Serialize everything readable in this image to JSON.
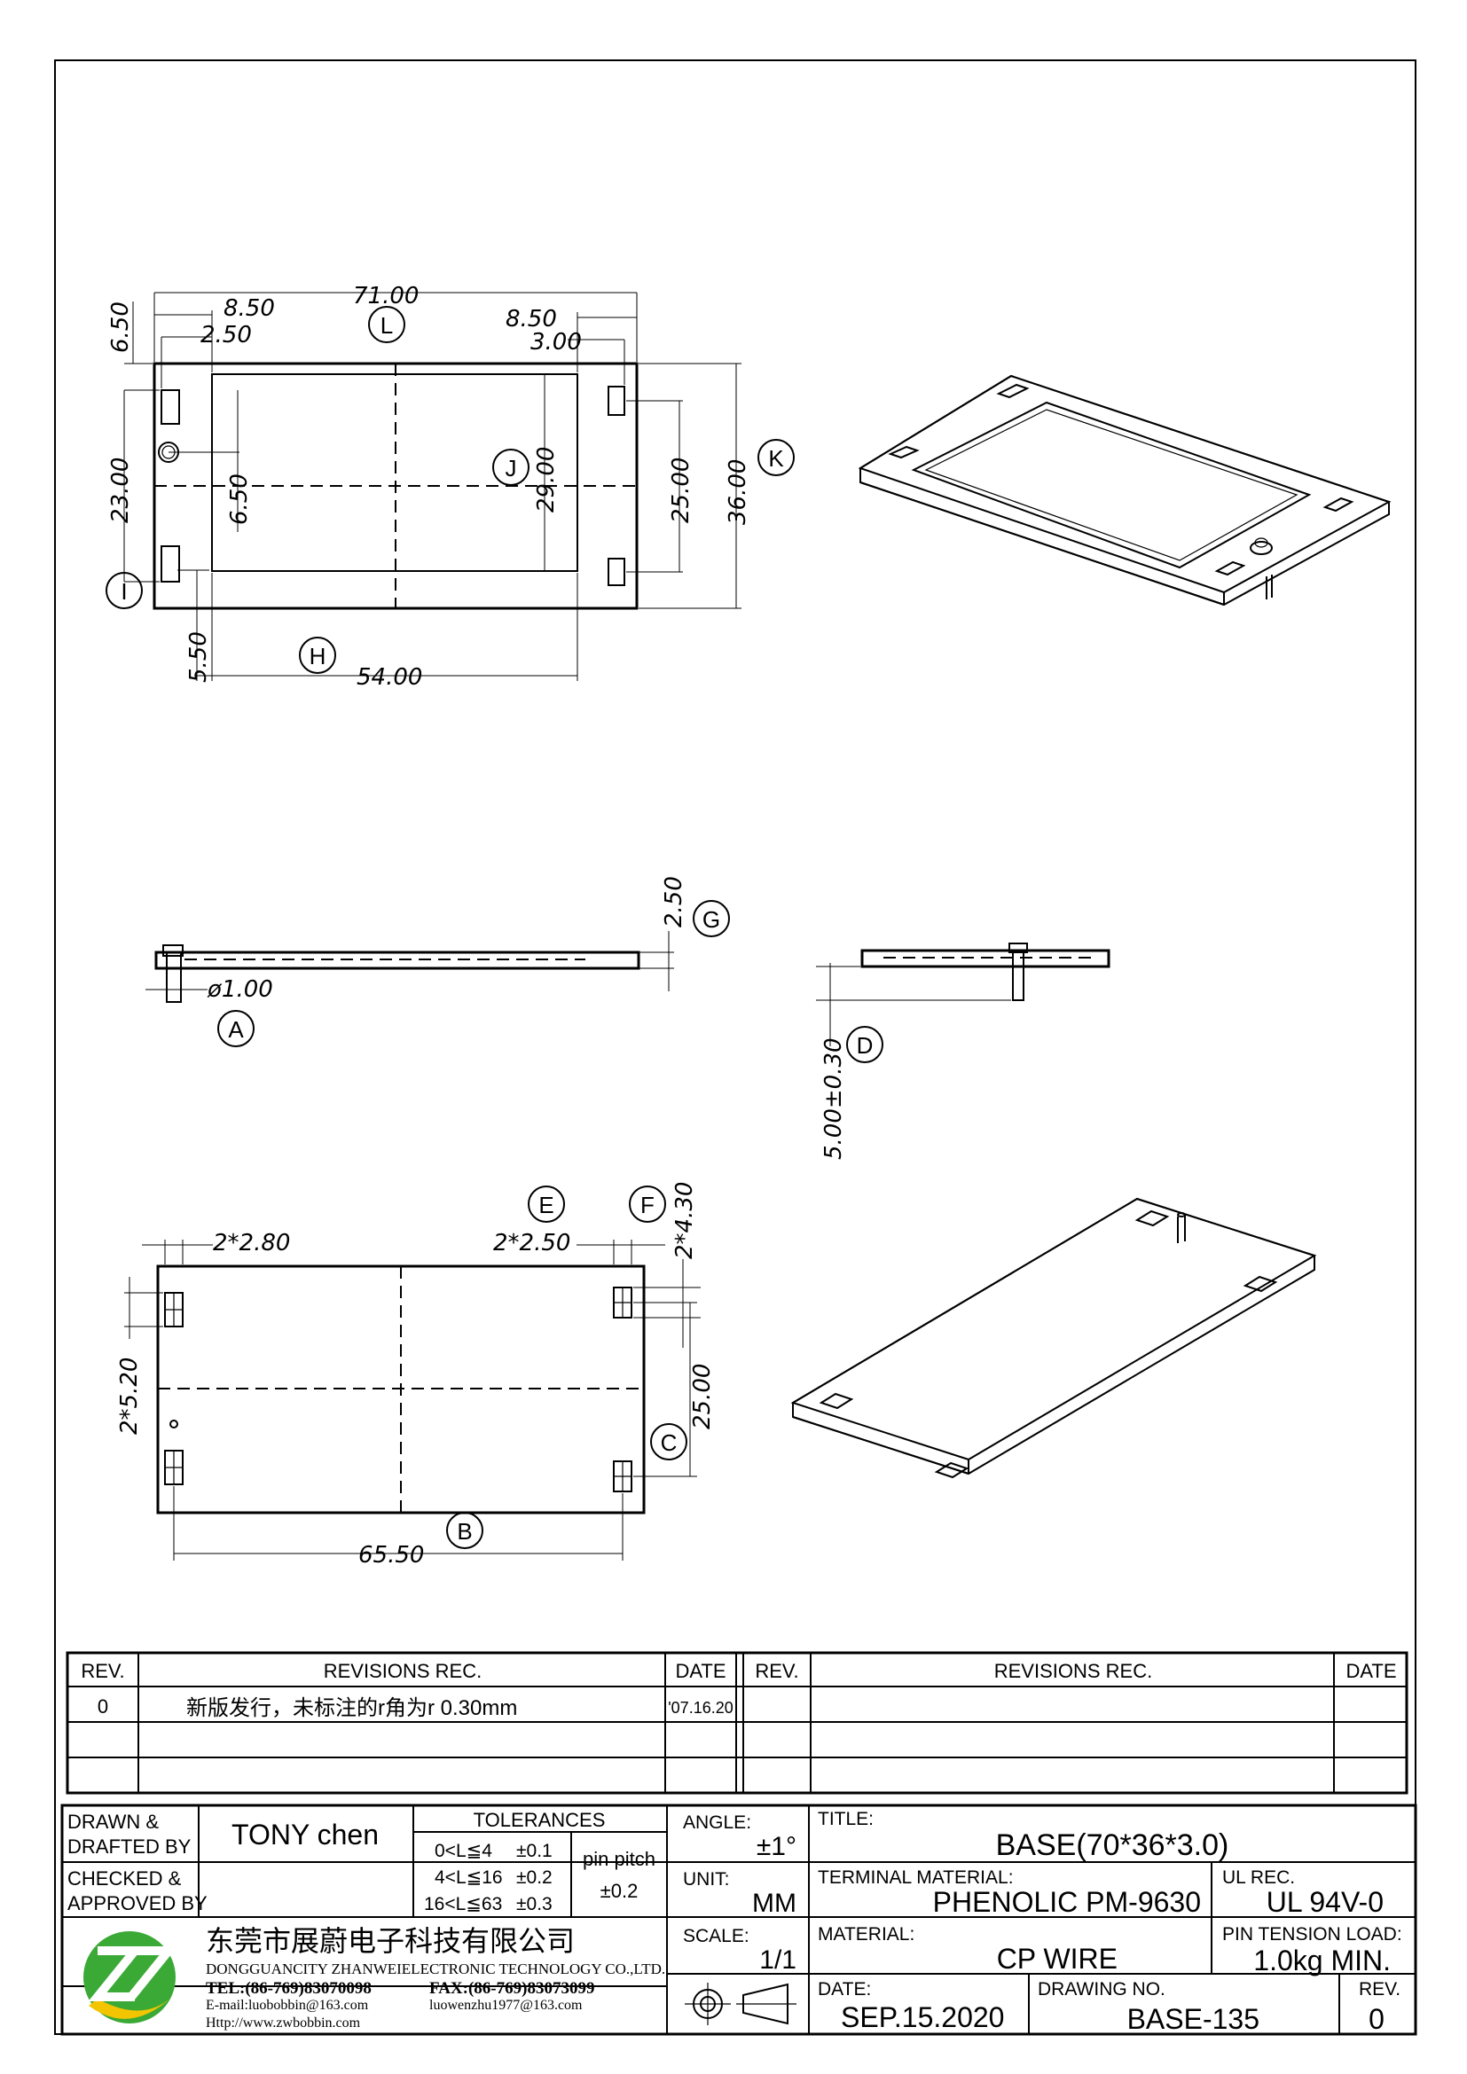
{
  "drawing": {
    "top_view": {
      "dims": {
        "overall_length": "71.00",
        "left_offset": "8.50",
        "left_inner": "2.50",
        "right_offset": "8.50",
        "right_inner": "3.00",
        "top_margin": "6.50",
        "pin_span_left": "23.00",
        "pin_offset": "6.50",
        "window_height": "29.00",
        "pin_span_right": "25.00",
        "overall_width": "36.00",
        "bottom_margin": "5.50",
        "window_length": "54.00"
      },
      "callouts": {
        "L": "L",
        "J": "J",
        "K": "K",
        "I": "I",
        "H": "H"
      }
    },
    "side_view": {
      "dims": {
        "thickness": "2.50",
        "pin_dia": "ø1.00"
      },
      "callouts": {
        "G": "G",
        "A": "A"
      }
    },
    "end_view": {
      "dims": {
        "pin_length": "5.00±0.30"
      },
      "callouts": {
        "D": "D"
      }
    },
    "bottom_view": {
      "dims": {
        "slot_left": "2*2.80",
        "slot_right": "2*2.50",
        "slot_height": "2*4.30",
        "slot_left_height": "2*5.20",
        "pin_span": "25.00",
        "pin_pitch_length": "65.50"
      },
      "callouts": {
        "E": "E",
        "F": "F",
        "C": "C",
        "B": "B"
      }
    }
  },
  "revisions": {
    "headers": {
      "rev": "REV.",
      "rec": "REVISIONS   REC.",
      "date": "DATE"
    },
    "rows": [
      {
        "rev": "0",
        "rec": "新版发行，未标注的r角为r 0.30mm",
        "date": "'07.16.20"
      }
    ]
  },
  "title_block": {
    "drawn_label": "DRAWN  &",
    "drafted_label": "DRAFTED BY",
    "drawn_by": "TONY  chen",
    "checked_label": "CHECKED  &",
    "approved_label": "APPROVED BY",
    "tolerances_label": "TOLERANCES",
    "tol_rows": [
      {
        "range": "0<L≦4",
        "tol": "±0.1"
      },
      {
        "range": "4<L≦16",
        "tol": "±0.2"
      },
      {
        "range": "16<L≦63",
        "tol": "±0.3"
      }
    ],
    "pin_pitch_label": "pin pitch",
    "pin_pitch_tol": "±0.2",
    "angle_label": "ANGLE:",
    "angle_value": "±1°",
    "unit_label": "UNIT:",
    "unit_value": "MM",
    "scale_label": "SCALE:",
    "scale_value": "1/1",
    "title_label": "TITLE:",
    "title_value": "BASE(70*36*3.0)",
    "terminal_label": "TERMINAL  MATERIAL:",
    "terminal_value": "PHENOLIC  PM-9630",
    "ul_label": "UL  REC.",
    "ul_value": "UL  94V-0",
    "material_label": "MATERIAL:",
    "material_value": "CP  WIRE",
    "pin_tension_label": "PIN  TENSION  LOAD:",
    "pin_tension_value": "1.0kg  MIN.",
    "date_label": "DATE:",
    "date_value": "SEP.15.2020",
    "drawing_no_label": "DRAWING  NO.",
    "drawing_no_value": "BASE-135",
    "rev_label": "REV.",
    "rev_value": "0",
    "company_cn": "东莞市展蔚电子科技有限公司",
    "company_en": "DONGGUANCITY ZHANWEIELECTRONIC TECHNOLOGY CO.,LTD.",
    "tel": "TEL:(86-769)83070098",
    "fax": "FAX:(86-769)83073099",
    "email1": "E-mail:luobobbin@163.com",
    "email2": "luowenzhu1977@163.com",
    "website": "Http://www.zwbobbin.com",
    "logo_colors": {
      "green": "#3aa935",
      "yellow": "#f2c500"
    }
  }
}
